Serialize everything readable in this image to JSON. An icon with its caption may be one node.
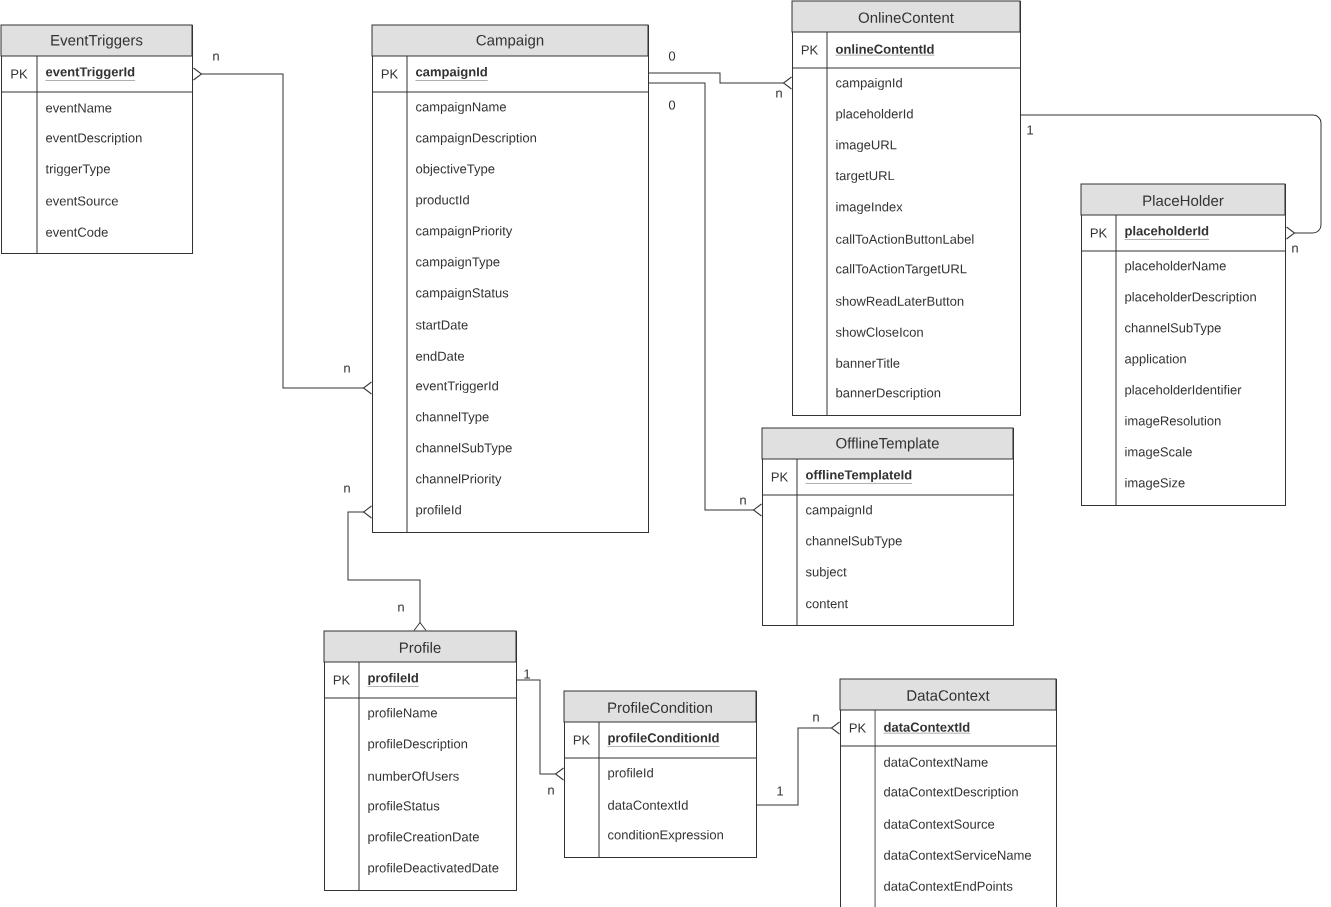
{
  "diagram": {
    "nodes": [
      {
        "text": [
          "EventTriggers",
          "PK",
          "eventTriggerId",
          "eventName",
          "eventDescription",
          "triggerType",
          "eventSource",
          "eventCode"
        ]
      },
      {
        "text": [
          "Campaign",
          "PK",
          "campaignId",
          "campaignName",
          "campaignDescription",
          "objectiveType",
          "productId",
          "campaignPriority",
          "campaignType",
          "campaignStatus",
          "startDate",
          "endDate",
          "eventTriggerId",
          "channelType",
          "channelSubType",
          "channelPriority",
          "profileId"
        ]
      },
      {
        "text": [
          "OnlineContent",
          "PK",
          "onlineContentId",
          "campaignId",
          "placeholderId",
          "imageURL",
          "targetURL",
          "imageIndex",
          "callToActionButtonLabel",
          "callToActionTargetURL",
          "showReadLaterButton",
          "showCloseIcon",
          "bannerTitle",
          "bannerDescription"
        ]
      },
      {
        "text": [
          "PlaceHolder",
          "PK",
          "placeholderId",
          "placeholderName",
          "placeholderDescription",
          "channelSubType",
          "application",
          "placeholderIdentifier",
          "imageResolution",
          "imageScale",
          "imageSize"
        ]
      },
      {
        "text": [
          "OfflineTemplate",
          "PK",
          "offlineTemplateId",
          "campaignId",
          "channelSubType",
          "subject",
          "content"
        ]
      },
      {
        "text": [
          "Profile",
          "PK",
          "profileId",
          "profileName",
          "profileDescription",
          "numberOfUsers",
          "profileStatus",
          "profileCreationDate",
          "profileDeactivatedDate"
        ]
      },
      {
        "text": [
          "ProfileCondition",
          "PK",
          "profileConditionId",
          "profileId",
          "dataContextId",
          "conditionExpression"
        ]
      },
      {
        "text": [
          "DataContext",
          "PK",
          "dataContextId",
          "dataContextName",
          "dataContextDescription",
          "dataContextSource",
          "dataContextServiceName",
          "dataContextEndPoints"
        ]
      }
    ],
    "edges": [
      {
        "from": 0,
        "to": 1,
        "arrow": "other"
      },
      {
        "from": 1,
        "to": 2,
        "arrow": "other"
      },
      {
        "from": 1,
        "to": 4,
        "arrow": "other"
      },
      {
        "from": 2,
        "to": 3,
        "arrow": "other"
      },
      {
        "from": 1,
        "to": 5,
        "arrow": "other"
      },
      {
        "from": 5,
        "to": 6,
        "arrow": "other"
      },
      {
        "from": 6,
        "to": 7,
        "arrow": "other"
      }
    ],
    "labels": [
      "n",
      "0",
      "0",
      "n",
      "1",
      "n",
      "n",
      "n",
      "n",
      "n",
      "1",
      "n",
      "1",
      "n"
    ]
  }
}
